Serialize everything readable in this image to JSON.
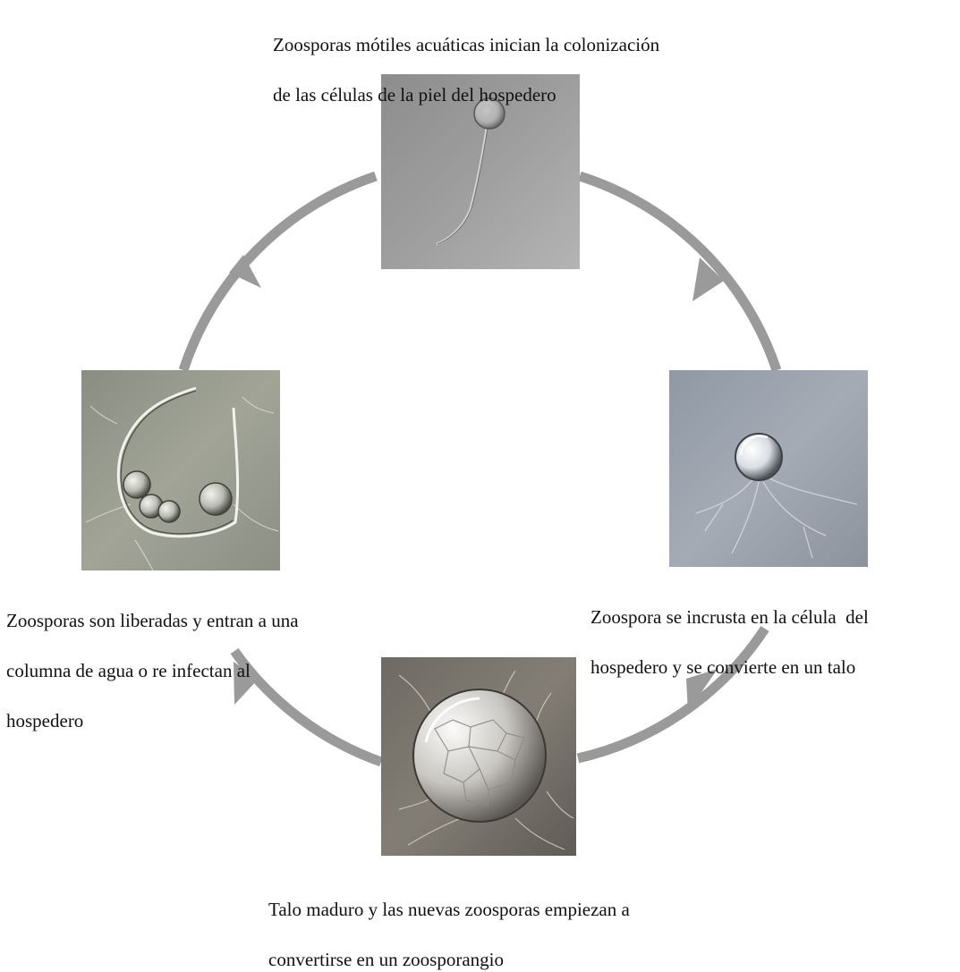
{
  "diagram": {
    "arrow_color": "#9a9a9a",
    "stages": [
      {
        "id": "zoospore",
        "caption_lines": [
          "Zoosporas mótiles acuáticas inician la colonización",
          "de las células de la piel del hospedero"
        ],
        "image": "micrograph-motile-zoospore"
      },
      {
        "id": "thallus",
        "caption_lines": [
          "Zoospora se incrusta en la célula  del",
          "hospedero y se convierte en un talo"
        ],
        "image": "micrograph-embedded-zoospore"
      },
      {
        "id": "zoosporangium",
        "caption_lines": [
          "Talo maduro y las nuevas zoosporas empiezan a",
          "convertirse en un zoosporangio"
        ],
        "image": "micrograph-mature-thallus"
      },
      {
        "id": "release",
        "caption_lines": [
          "Zoosporas son liberadas y entran a una",
          "columna de agua o re infectan al",
          "hospedero"
        ],
        "image": "micrograph-released-zoospores"
      }
    ]
  }
}
